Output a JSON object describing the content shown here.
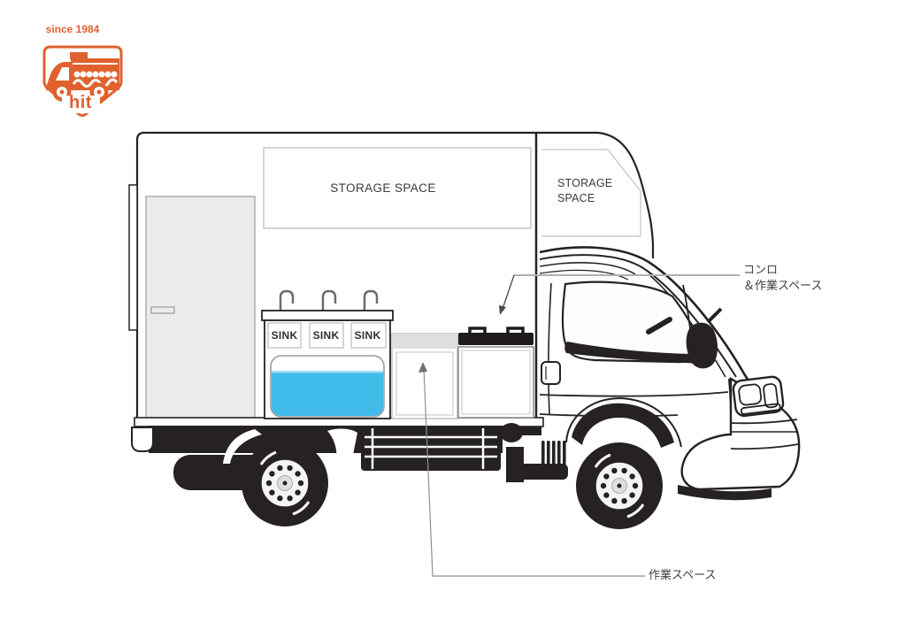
{
  "logo": {
    "since": "since 1984",
    "name": "hit"
  },
  "labels": {
    "storage_main": "STORAGE SPACE",
    "storage_cab": [
      "STORAGE",
      "SPACE"
    ],
    "sinks": [
      "SINK",
      "SINK",
      "SINK"
    ],
    "stove_label": [
      "コンロ",
      "＆作業スペース"
    ],
    "work_label": "作業スペース"
  },
  "colors": {
    "accent": "#e0612e",
    "water": "#41bbe9",
    "line": "#262222"
  }
}
